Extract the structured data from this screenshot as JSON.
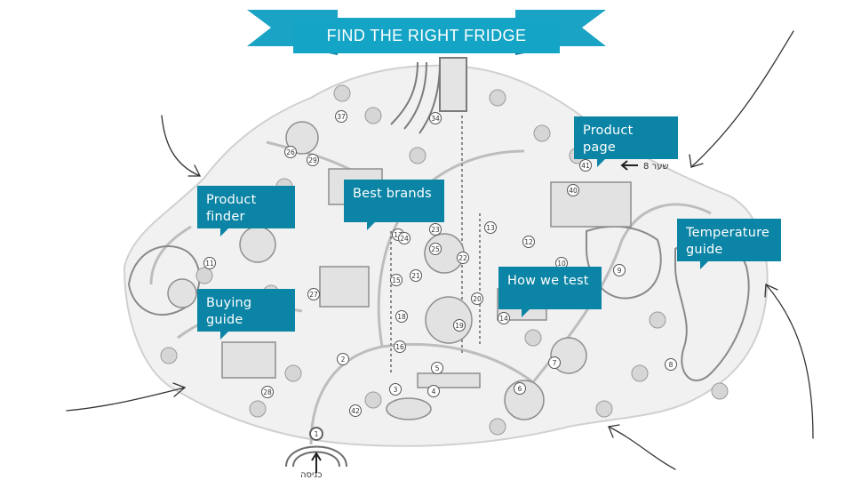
{
  "banner": {
    "title": "FIND THE RIGHT FRIDGE"
  },
  "callouts": {
    "product_page": {
      "lines": [
        "Product page"
      ]
    },
    "product_finder": {
      "lines": [
        "Product",
        "finder"
      ]
    },
    "best_brands": {
      "lines": [
        "Best brands"
      ]
    },
    "buying_guide": {
      "lines": [
        "Buying",
        "guide"
      ]
    },
    "how_we_test": {
      "lines": [
        "How we test"
      ]
    },
    "temperature_guide": {
      "lines": [
        "Temperature",
        "guide"
      ]
    }
  },
  "map": {
    "entrance_label": "כניסה",
    "exit_label": "שער 8",
    "location_numbers": [
      "1",
      "2",
      "3",
      "4",
      "5",
      "6",
      "7",
      "8",
      "9",
      "10",
      "11",
      "12",
      "13",
      "14",
      "15",
      "16",
      "17",
      "18",
      "19",
      "20",
      "21",
      "22",
      "23",
      "24",
      "25",
      "26",
      "27",
      "28",
      "29",
      "34",
      "37",
      "40",
      "41",
      "42"
    ]
  },
  "colors": {
    "accent": "#0b84a5",
    "banner": "#1aa3c4",
    "banner_dark": "#0d7f9c",
    "map_fill": "#f1f1f1"
  }
}
